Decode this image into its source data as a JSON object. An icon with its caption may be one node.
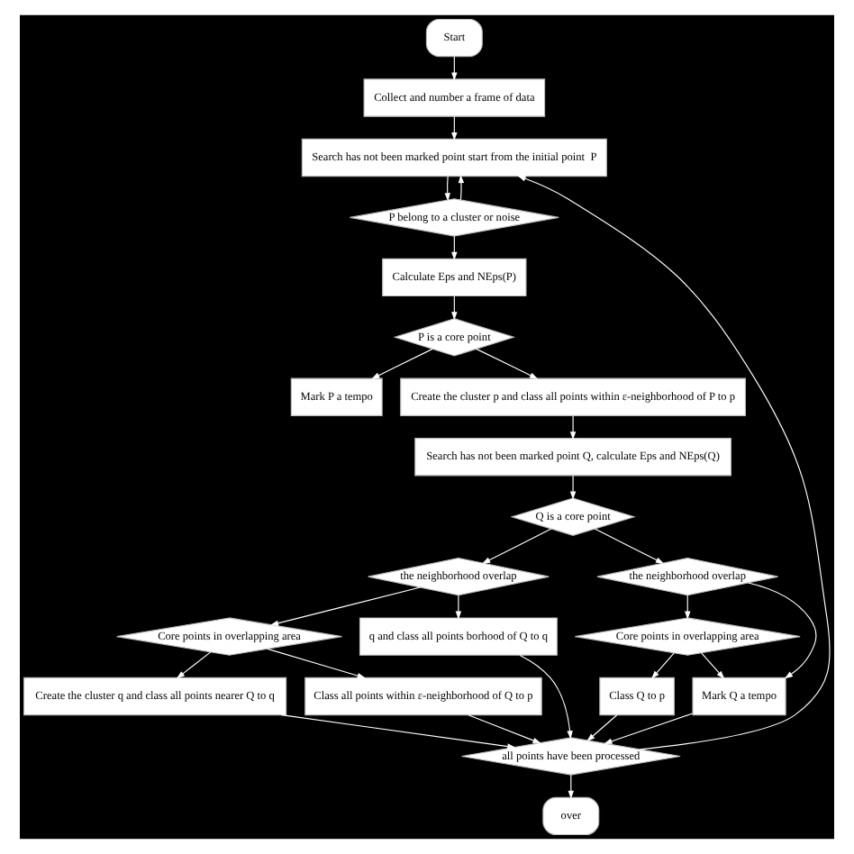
{
  "diagram": {
    "nodes": [
      {
        "text": [
          "Start"
        ]
      },
      {
        "text": [
          "Collect and number a frame of data"
        ]
      },
      {
        "text": [
          "Search has not been marked point start from the initial point  P"
        ]
      },
      {
        "text": [
          "P belong to a cluster or noise"
        ]
      },
      {
        "text": [
          "Calculate Eps and NEps(P)"
        ]
      },
      {
        "text": [
          "P is a core point"
        ]
      },
      {
        "text": [
          "Mark P a tempo"
        ]
      },
      {
        "text": [
          "Create the cluster p and class all points within ε-neighborhood of P to p"
        ]
      },
      {
        "text": [
          "Search has not been marked point Q, calculate Eps and NEps(Q)"
        ]
      },
      {
        "text": [
          "Q is a core point"
        ]
      },
      {
        "text": [
          "the neighborhood overlap"
        ]
      },
      {
        "text": [
          "Core points in overlapping area"
        ]
      },
      {
        "text": [
          "q and class all points borhood of Q to q"
        ]
      },
      {
        "text": [
          "Create the cluster q and class all points nearer Q to q"
        ]
      },
      {
        "text": [
          "Class all points within ε-neighborhood of Q to p"
        ]
      },
      {
        "text": [
          "the neighborhood overlap"
        ]
      },
      {
        "text": [
          "Core points in overlapping area"
        ]
      },
      {
        "text": [
          "Class Q to p"
        ]
      },
      {
        "text": [
          "Mark Q a tempo"
        ]
      },
      {
        "text": [
          "all points have been processed"
        ]
      },
      {
        "text": [
          "over"
        ]
      }
    ],
    "edges": [
      {
        "from": 0,
        "to": 1,
        "arrow": "to"
      },
      {
        "from": 1,
        "to": 2,
        "arrow": "to"
      },
      {
        "from": 2,
        "to": 3,
        "arrow": "to"
      },
      {
        "from": 3,
        "to": 2,
        "arrow": "to"
      },
      {
        "from": 3,
        "to": 4,
        "arrow": "to"
      },
      {
        "from": 4,
        "to": 5,
        "arrow": "to"
      },
      {
        "from": 5,
        "to": 6,
        "arrow": "to"
      },
      {
        "from": 5,
        "to": 7,
        "arrow": "to"
      },
      {
        "from": 7,
        "to": 8,
        "arrow": "to"
      },
      {
        "from": 8,
        "to": 9,
        "arrow": "to"
      },
      {
        "from": 9,
        "to": 10,
        "arrow": "to"
      },
      {
        "from": 9,
        "to": 15,
        "arrow": "to"
      },
      {
        "from": 10,
        "to": 12,
        "arrow": "to"
      },
      {
        "from": 10,
        "to": 11,
        "arrow": "to"
      },
      {
        "from": 11,
        "to": 13,
        "arrow": "to"
      },
      {
        "from": 11,
        "to": 14,
        "arrow": "to"
      },
      {
        "from": 15,
        "to": 16,
        "arrow": "to"
      },
      {
        "from": 15,
        "to": 18,
        "arrow": "to"
      },
      {
        "from": 16,
        "to": 17,
        "arrow": "to"
      },
      {
        "from": 16,
        "to": 18,
        "arrow": "to"
      },
      {
        "from": 12,
        "to": 19,
        "arrow": "to"
      },
      {
        "from": 13,
        "to": 19,
        "arrow": "to"
      },
      {
        "from": 14,
        "to": 19,
        "arrow": "to"
      },
      {
        "from": 17,
        "to": 19,
        "arrow": "to"
      },
      {
        "from": 18,
        "to": 19,
        "arrow": "to"
      },
      {
        "from": 19,
        "to": 20,
        "arrow": "to"
      },
      {
        "from": 19,
        "to": 2,
        "arrow": "to"
      }
    ]
  }
}
